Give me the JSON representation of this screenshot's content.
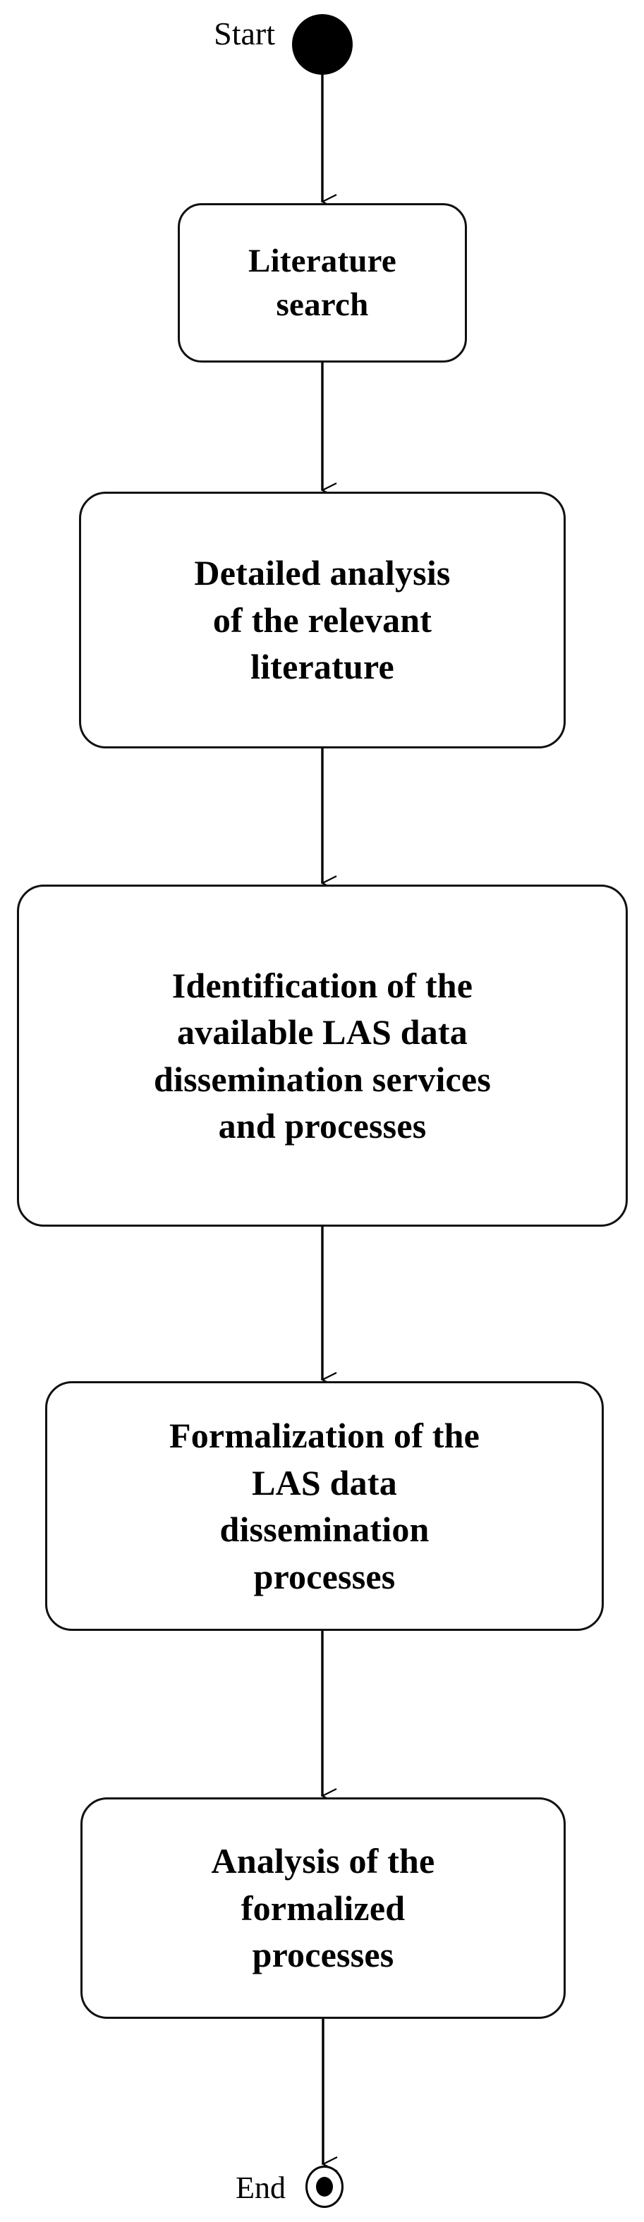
{
  "diagram": {
    "type": "uml-activity-diagram",
    "orientation": "vertical",
    "background_color": "#ffffff",
    "line_color": "#000000",
    "text_color": "#000000",
    "start": {
      "label": "Start",
      "node_icon": "filled-circle-initial-node"
    },
    "end": {
      "label": "End",
      "node_icon": "bullseye-final-node"
    },
    "activities": [
      {
        "id": "literature-search",
        "text": "Literature\nsearch"
      },
      {
        "id": "detailed-analysis",
        "text": "Detailed analysis\nof the relevant\nliterature"
      },
      {
        "id": "identification",
        "text": "Identification of the\navailable LAS data\ndissemination services\nand processes"
      },
      {
        "id": "formalization",
        "text": "Formalization of the\nLAS data\ndissemination\nprocesses"
      },
      {
        "id": "analysis-formalized",
        "text": "Analysis of the\nformalized\nprocesses"
      }
    ],
    "flows": [
      {
        "from": "Start",
        "to": "Literature search"
      },
      {
        "from": "Literature search",
        "to": "Detailed analysis of the relevant literature"
      },
      {
        "from": "Detailed analysis of the relevant literature",
        "to": "Identification of the available LAS data dissemination services and processes"
      },
      {
        "from": "Identification of the available LAS data dissemination services and processes",
        "to": "Formalization of the LAS data dissemination processes"
      },
      {
        "from": "Formalization of the LAS data dissemination processes",
        "to": "Analysis of the formalized processes"
      },
      {
        "from": "Analysis of the formalized processes",
        "to": "End"
      }
    ]
  }
}
